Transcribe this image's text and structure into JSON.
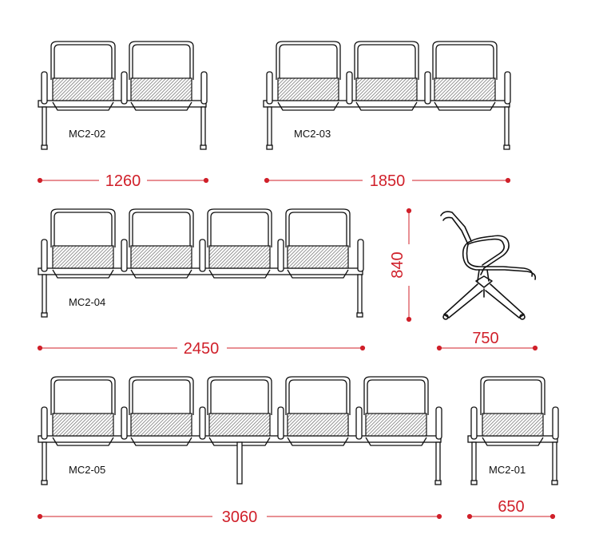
{
  "colors": {
    "line": "#111111",
    "dimension": "#d0202a",
    "seat_hatch": "#7a7a7a",
    "background": "#ffffff"
  },
  "benches": [
    {
      "model": "MC2-02",
      "seats": 2,
      "width_label": "1260"
    },
    {
      "model": "MC2-03",
      "seats": 3,
      "width_label": "1850"
    },
    {
      "model": "MC2-04",
      "seats": 4,
      "width_label": "2450"
    },
    {
      "model": "MC2-05",
      "seats": 5,
      "width_label": "3060"
    },
    {
      "model": "MC2-01",
      "seats": 1,
      "width_label": "650"
    }
  ],
  "side_view": {
    "height_label": "840",
    "depth_label": "750"
  }
}
